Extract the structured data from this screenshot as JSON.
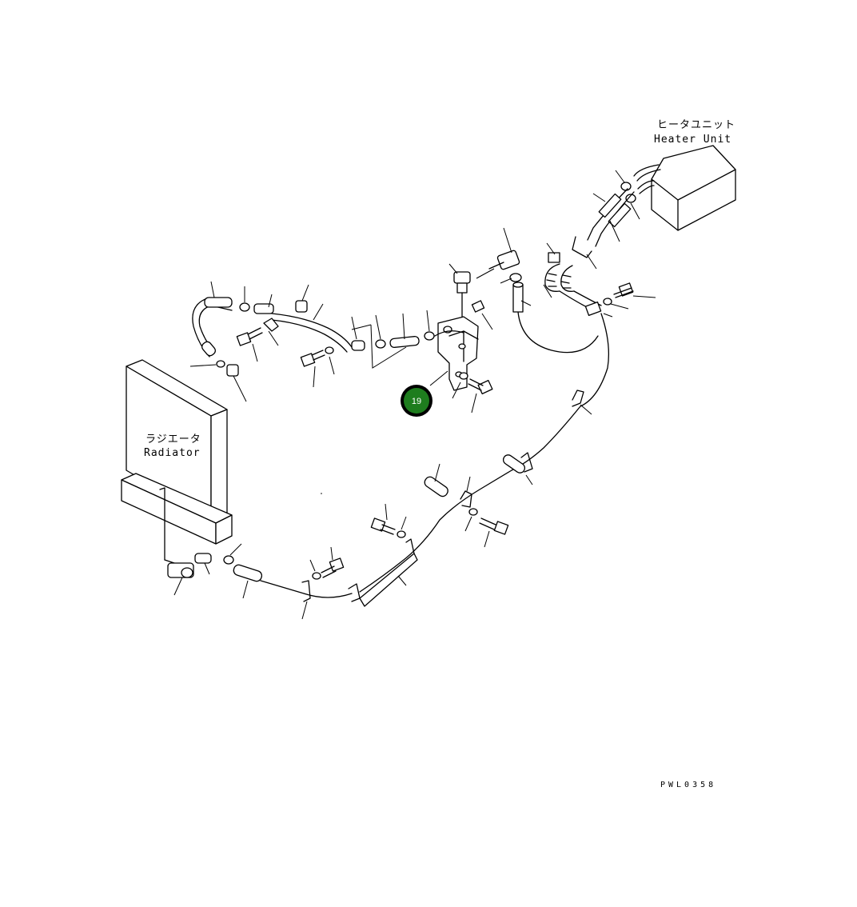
{
  "labels": {
    "heater_unit_jp": "ヒータユニット",
    "heater_unit_en": "Heater Unit",
    "radiator_jp": "ラジエータ",
    "radiator_en": "Radiator"
  },
  "drawing_code": "PWL0358",
  "callouts": [
    {
      "number": "19",
      "color": "#1e7d1e"
    }
  ]
}
